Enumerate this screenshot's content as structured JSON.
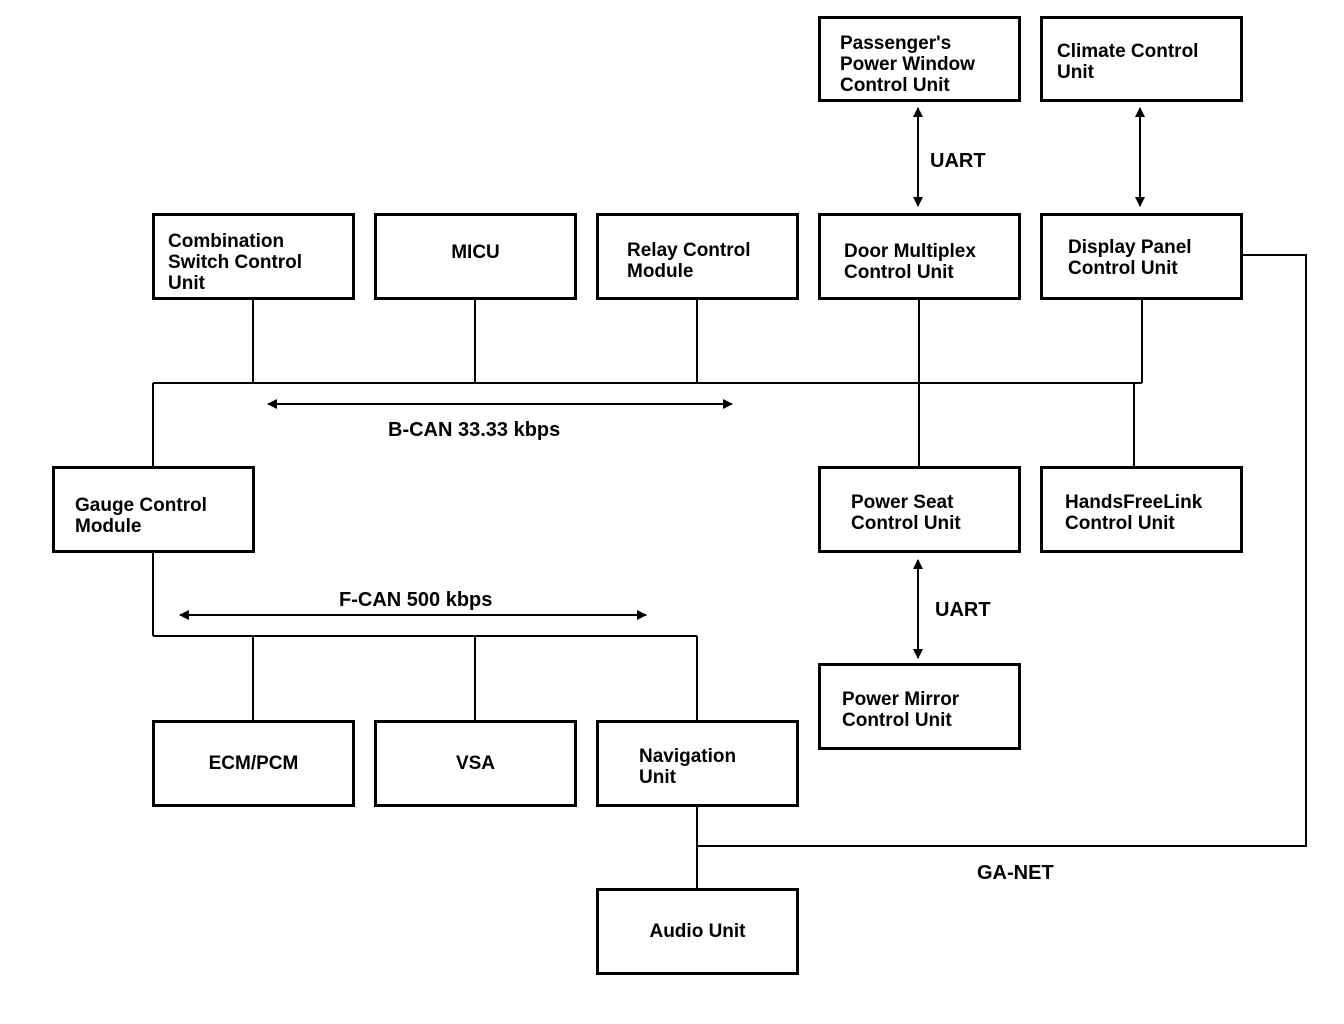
{
  "boxes": {
    "passenger_window": "Passenger's\nPower Window\nControl Unit",
    "climate": "Climate Control\nUnit",
    "combination_switch": "Combination\nSwitch Control\nUnit",
    "micu": "MICU",
    "relay": "Relay Control\nModule",
    "door_multiplex": "Door Multiplex\nControl Unit",
    "display_panel": "Display Panel\nControl Unit",
    "gauge": "Gauge Control\nModule",
    "power_seat": "Power Seat\nControl Unit",
    "handsfreelink": "HandsFreeLink\nControl Unit",
    "power_mirror": "Power Mirror\nControl Unit",
    "ecm": "ECM/PCM",
    "vsa": "VSA",
    "navigation": "Navigation\nUnit",
    "audio": "Audio Unit"
  },
  "labels": {
    "uart_top": "UART",
    "uart_bottom": "UART",
    "bcan": "B-CAN 33.33 kbps",
    "fcan": "F-CAN 500 kbps",
    "ganet": "GA-NET"
  }
}
